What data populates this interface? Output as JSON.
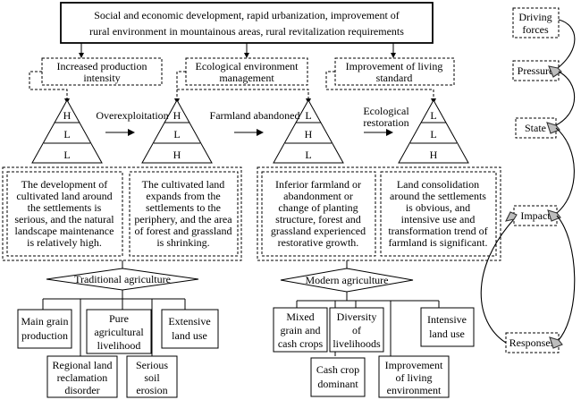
{
  "top_box": {
    "line1": "Social and economic development, rapid urbanization, improvement of",
    "line2": "rural environment in mountainous areas, rural revitalization requirements"
  },
  "pressures": [
    {
      "line1": "Increased production",
      "line2": "intensity"
    },
    {
      "line1": "Ecological environment",
      "line2": "management"
    },
    {
      "line1": "Improvement of living",
      "line2": "standard"
    }
  ],
  "transitions": [
    {
      "line1": "Overexploitation",
      "line2": ""
    },
    {
      "line1": "Farmland abandoned",
      "line2": ""
    },
    {
      "line1": "Ecological",
      "line2": "restoration"
    }
  ],
  "pyramids": [
    {
      "levels": [
        "H",
        "L",
        "L"
      ]
    },
    {
      "levels": [
        "H",
        "L",
        "H"
      ]
    },
    {
      "levels": [
        "L",
        "H",
        "L"
      ]
    },
    {
      "levels": [
        "L",
        "L",
        "H"
      ]
    }
  ],
  "states": [
    {
      "lines": [
        "The development of",
        "cultivated land around",
        "the settlements is",
        "serious, and the natural",
        "landscape maintenance",
        "is relatively high."
      ]
    },
    {
      "lines": [
        "The cultivated land",
        "expands from the",
        "settlements to the",
        "periphery, and the area",
        "of forest and grassland",
        "is shrinking."
      ]
    },
    {
      "lines": [
        "Inferior farmland or",
        "abandonment or",
        "change of planting",
        "structure, forest and",
        "grassland experienced",
        "restorative growth."
      ]
    },
    {
      "lines": [
        "Land consolidation",
        "around the settlements",
        "is obvious, and",
        "intensive use and",
        "transformation trend of",
        "farmland is significant."
      ]
    }
  ],
  "traditional": {
    "label": "Traditional agriculture",
    "items": [
      {
        "lines": [
          "Main grain",
          "production"
        ]
      },
      {
        "lines": [
          "Pure",
          "agricultural",
          "livelihood"
        ]
      },
      {
        "lines": [
          "Extensive",
          "land use"
        ]
      },
      {
        "lines": [
          "Regional land",
          "reclamation",
          "disorder"
        ]
      },
      {
        "lines": [
          "Serious",
          "soil",
          "erosion"
        ]
      }
    ]
  },
  "modern": {
    "label": "Modern agriculture",
    "items": [
      {
        "lines": [
          "Mixed",
          "grain and",
          "cash crops"
        ]
      },
      {
        "lines": [
          "Diversity",
          "of",
          "livelihoods"
        ]
      },
      {
        "lines": [
          "Intensive",
          "land use"
        ]
      },
      {
        "lines": [
          "Cash crop",
          "dominant"
        ]
      },
      {
        "lines": [
          "Improvement",
          "of living",
          "environment"
        ]
      }
    ]
  },
  "side_labels": [
    {
      "line1": "Driving",
      "line2": "forces"
    },
    {
      "line1": "Pressure",
      "line2": ""
    },
    {
      "line1": "State",
      "line2": ""
    },
    {
      "line1": "Impact",
      "line2": ""
    },
    {
      "line1": "Responses",
      "line2": ""
    }
  ]
}
